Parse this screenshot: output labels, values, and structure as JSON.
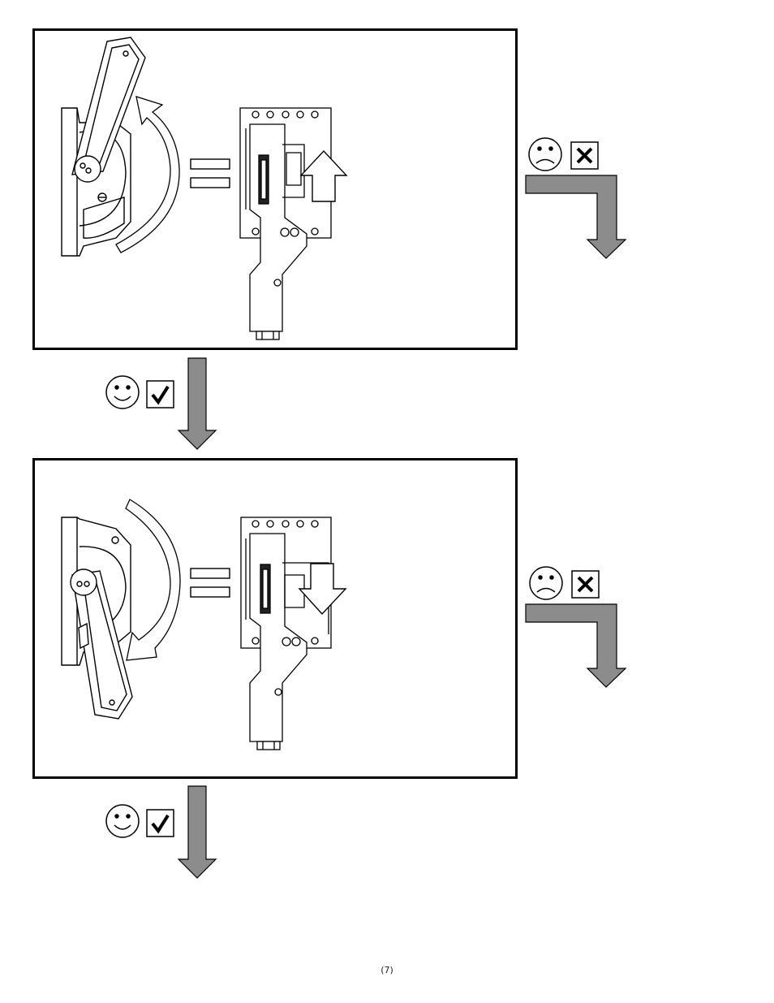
{
  "page": {
    "number": "(7)",
    "background": "#ffffff"
  },
  "colors": {
    "line": "#000000",
    "arrow_fill": "#8c8c8c",
    "symbol_fill": "#ffffff"
  },
  "steps": [
    {
      "handle_position": "up",
      "handle_rotation_direction": "counter-clockwise",
      "mechanism_arrow_direction": "up",
      "success_icons": [
        "smiley-face-icon",
        "checkbox-checkmark-icon"
      ],
      "failure_icons": [
        "frowning-face-icon",
        "checkbox-x-icon"
      ]
    },
    {
      "handle_position": "down",
      "handle_rotation_direction": "clockwise",
      "mechanism_arrow_direction": "down",
      "success_icons": [
        "smiley-face-icon",
        "checkbox-checkmark-icon"
      ],
      "failure_icons": [
        "frowning-face-icon",
        "checkbox-x-icon"
      ]
    }
  ]
}
